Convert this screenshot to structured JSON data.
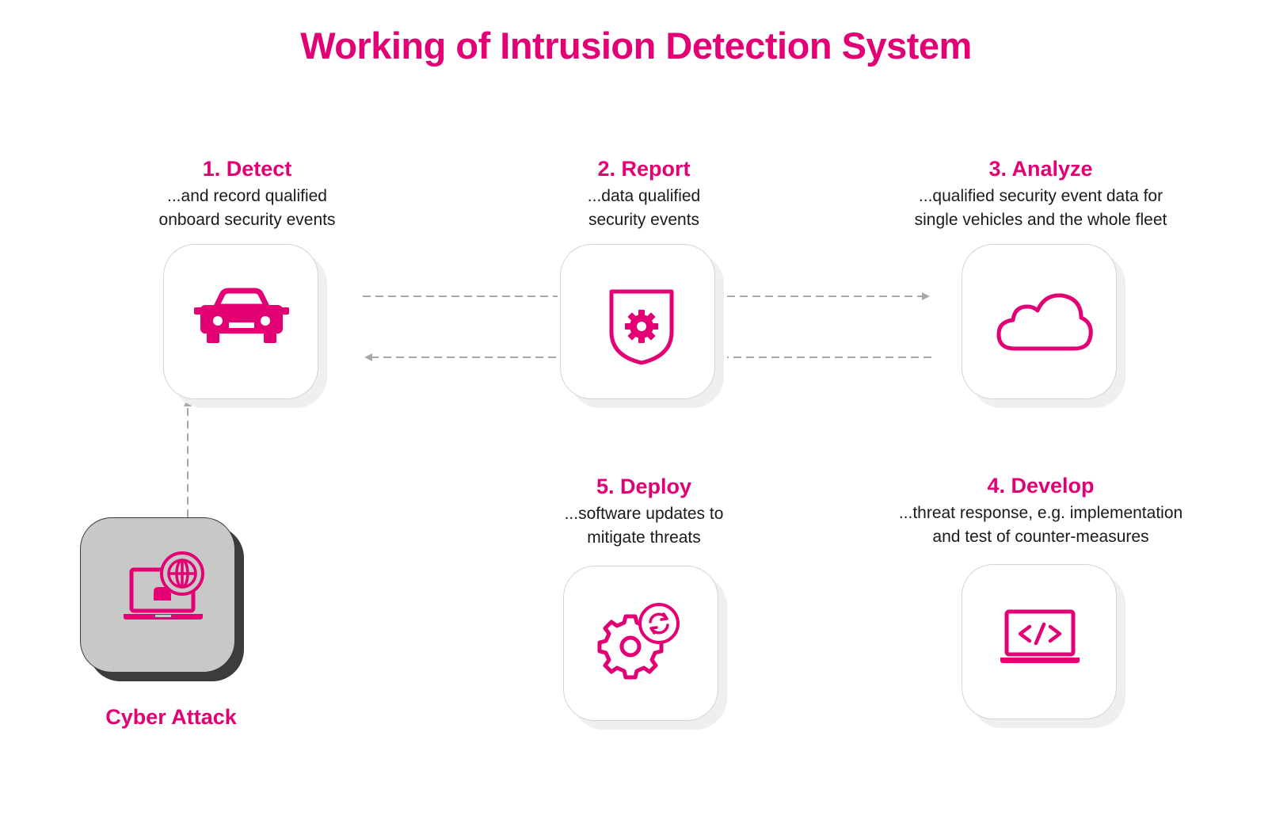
{
  "title": "Working of Intrusion Detection System",
  "colors": {
    "accent": "#e20074",
    "connector": "#a8a8a8",
    "attack_tile": "#c8c8c8"
  },
  "steps": {
    "detect": {
      "heading": "1. Detect",
      "description": "...and record qualified\nonboard security events",
      "icon": "car-icon"
    },
    "report": {
      "heading": "2. Report",
      "description": "...data qualified\nsecurity events",
      "icon": "shield-gear-icon"
    },
    "analyze": {
      "heading": "3. Analyze",
      "description": "...qualified security event data for\nsingle vehicles and the whole fleet",
      "icon": "cloud-icon"
    },
    "develop": {
      "heading": "4. Develop",
      "description": "...threat response, e.g. implementation\nand test of counter-measures",
      "icon": "laptop-code-icon"
    },
    "deploy": {
      "heading": "5. Deploy",
      "description": "...software updates to\nmitigate threats",
      "icon": "gear-refresh-icon"
    }
  },
  "attack": {
    "label": "Cyber Attack",
    "icon": "laptop-globe-icon"
  }
}
